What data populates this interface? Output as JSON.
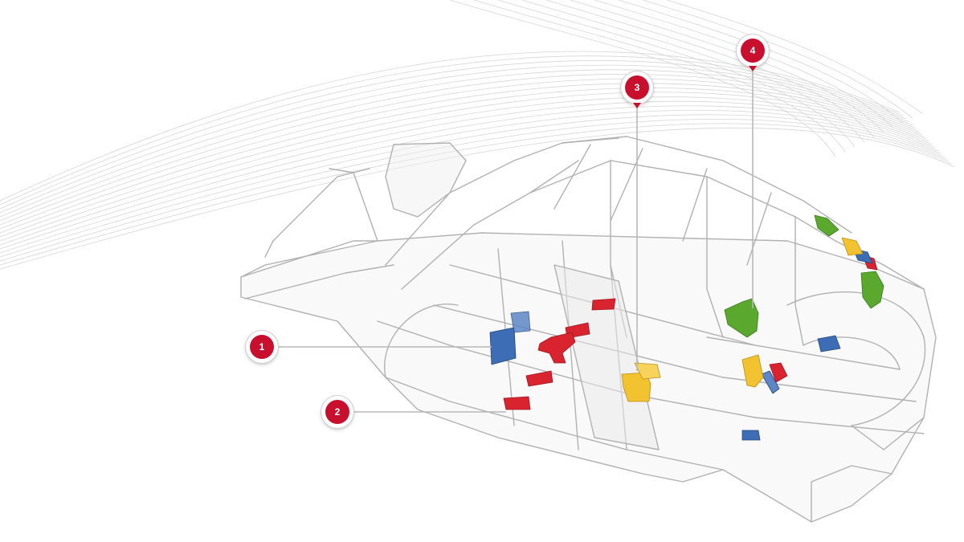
{
  "colors": {
    "accent": "#c8102e",
    "leader": "#b8b8b8",
    "frame": "#9a9a9a",
    "part_red": "#d9232e",
    "part_blue": "#3d6db5",
    "part_yellow": "#f2c230",
    "part_green": "#5aa82e"
  },
  "callouts": [
    {
      "label": "1",
      "icon": "numbered-marker-icon"
    },
    {
      "label": "2",
      "icon": "numbered-marker-icon"
    },
    {
      "label": "3",
      "icon": "pin-marker-icon"
    },
    {
      "label": "4",
      "icon": "pin-marker-icon"
    }
  ]
}
